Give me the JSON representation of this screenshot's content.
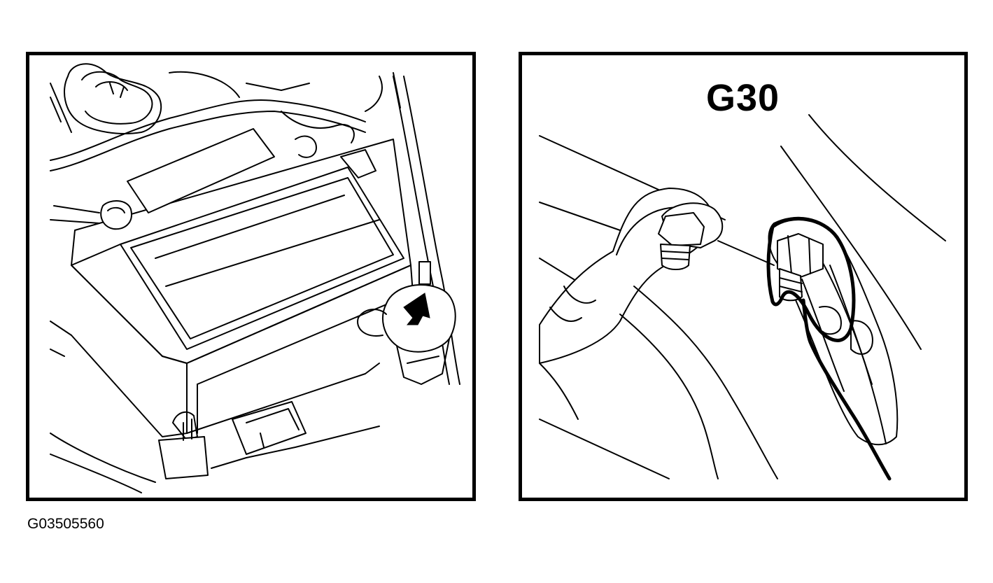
{
  "figure_code": "G03505560",
  "right_panel": {
    "ground_label": "G30"
  },
  "icons": [
    "battery-illustration",
    "ground-point-arrow-icon",
    "ground-bolt-illustration"
  ]
}
